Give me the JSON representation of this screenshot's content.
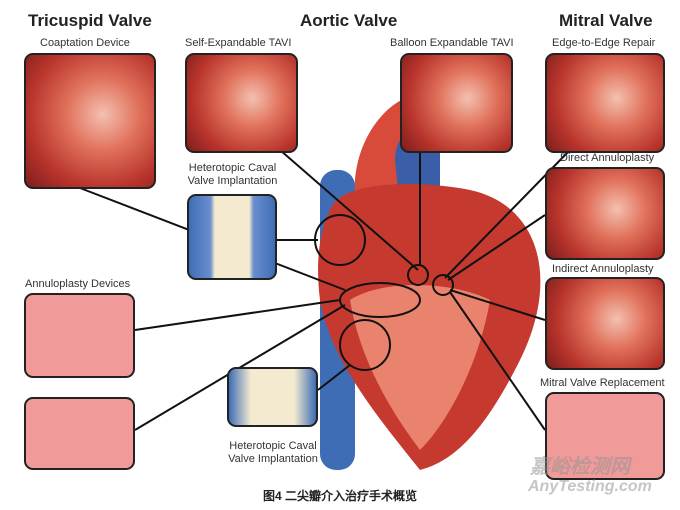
{
  "headings": {
    "tricuspid": "Tricuspid Valve",
    "aortic": "Aortic Valve",
    "mitral": "Mitral Valve"
  },
  "labels": {
    "coaptation": "Coaptation Device",
    "self_tavi": "Self-Expandable TAVI",
    "balloon_tavi": "Balloon Expandable TAVI",
    "edge": "Edge-to-Edge Repair",
    "caval_top": "Heterotopic Caval Valve Implantation",
    "direct": "Direct Annuloplasty",
    "annuloplasty_devices": "Annuloplasty Devices",
    "indirect": "Indirect Annuloplasty",
    "replacement": "Mitral Valve Replacement",
    "caval_bottom": "Heterotopic Caval Valve Implantation"
  },
  "caption": "图4 二尖瓣介入治疗手术概览",
  "watermark": {
    "cn": "嘉峪检测网",
    "en": "AnyTesting.com"
  }
}
